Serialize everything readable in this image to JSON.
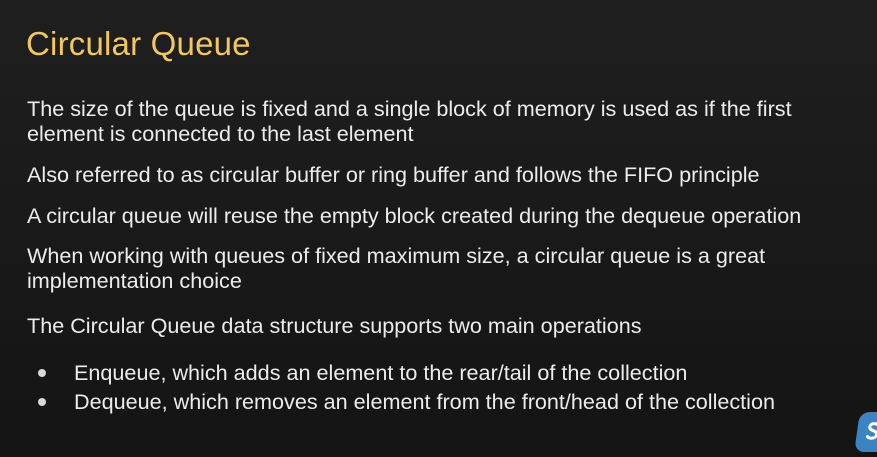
{
  "slide": {
    "title": "Circular Queue",
    "paragraphs": [
      "The size of the queue is fixed and a single block of memory is used as if the first element is connected to the last element",
      "Also referred to as circular buffer or ring buffer and follows the FIFO principle",
      "A circular queue will reuse the empty block created during the dequeue operation",
      "When working with queues of fixed maximum size, a circular queue is a great implementation choice",
      "The Circular Queue data structure supports two main operations"
    ],
    "bullets": [
      "Enqueue, which adds an element to the rear/tail of the collection",
      "Dequeue, which removes an element from the front/head of the collection"
    ]
  },
  "colors": {
    "background": "#1c1c1c",
    "title": "#f2c75c",
    "text": "#ececec",
    "badge": "#3b84c4"
  },
  "icons": {
    "corner_badge": "logo-badge-icon"
  }
}
